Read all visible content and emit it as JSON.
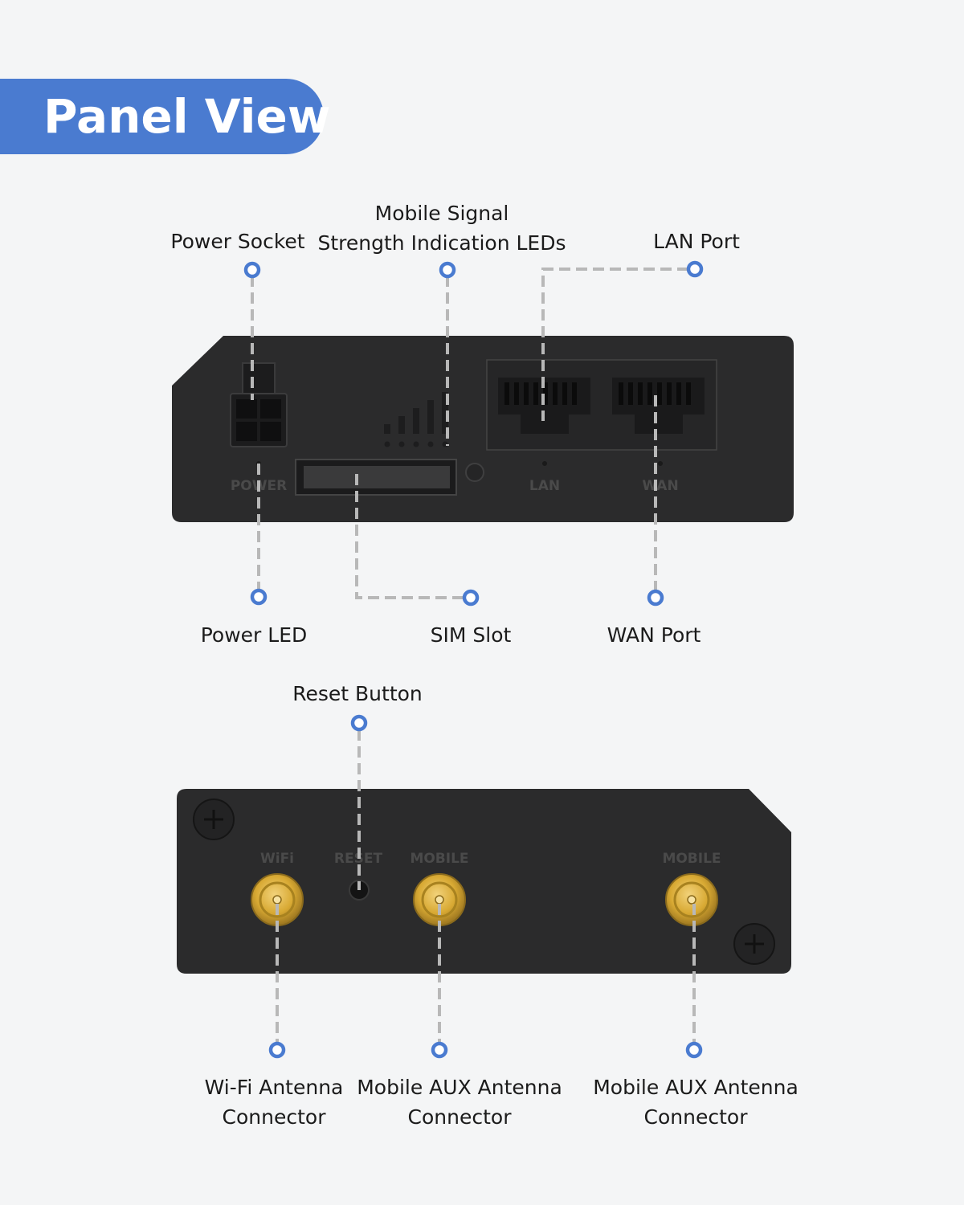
{
  "title": "Panel View",
  "front_panel": {
    "silkscreen": {
      "power": "POWER",
      "lan": "LAN",
      "wan": "WAN"
    },
    "callouts": {
      "power_socket": "Power Socket",
      "signal_leds_line1": "Mobile Signal",
      "signal_leds_line2": "Strength Indication LEDs",
      "lan_port": "LAN Port",
      "power_led": "Power LED",
      "sim_slot": "SIM Slot",
      "wan_port": "WAN Port"
    }
  },
  "back_panel": {
    "silkscreen": {
      "wifi": "WiFi",
      "reset": "RESET",
      "mobile_1": "MOBILE",
      "mobile_2": "MOBILE"
    },
    "callouts": {
      "reset_button": "Reset Button",
      "wifi_antenna_line1": "Wi-Fi Antenna",
      "wifi_antenna_line2": "Connector",
      "mobile_aux_1_line1": "Mobile AUX Antenna",
      "mobile_aux_1_line2": "Connector",
      "mobile_aux_2_line1": "Mobile AUX Antenna",
      "mobile_aux_2_line2": "Connector"
    }
  },
  "colors": {
    "accent": "#4a7bd0",
    "device_body": "#2b2b2c",
    "leader_line": "#b8b8b8",
    "connector_gold": "#d8a933",
    "background": "#f4f5f6"
  }
}
